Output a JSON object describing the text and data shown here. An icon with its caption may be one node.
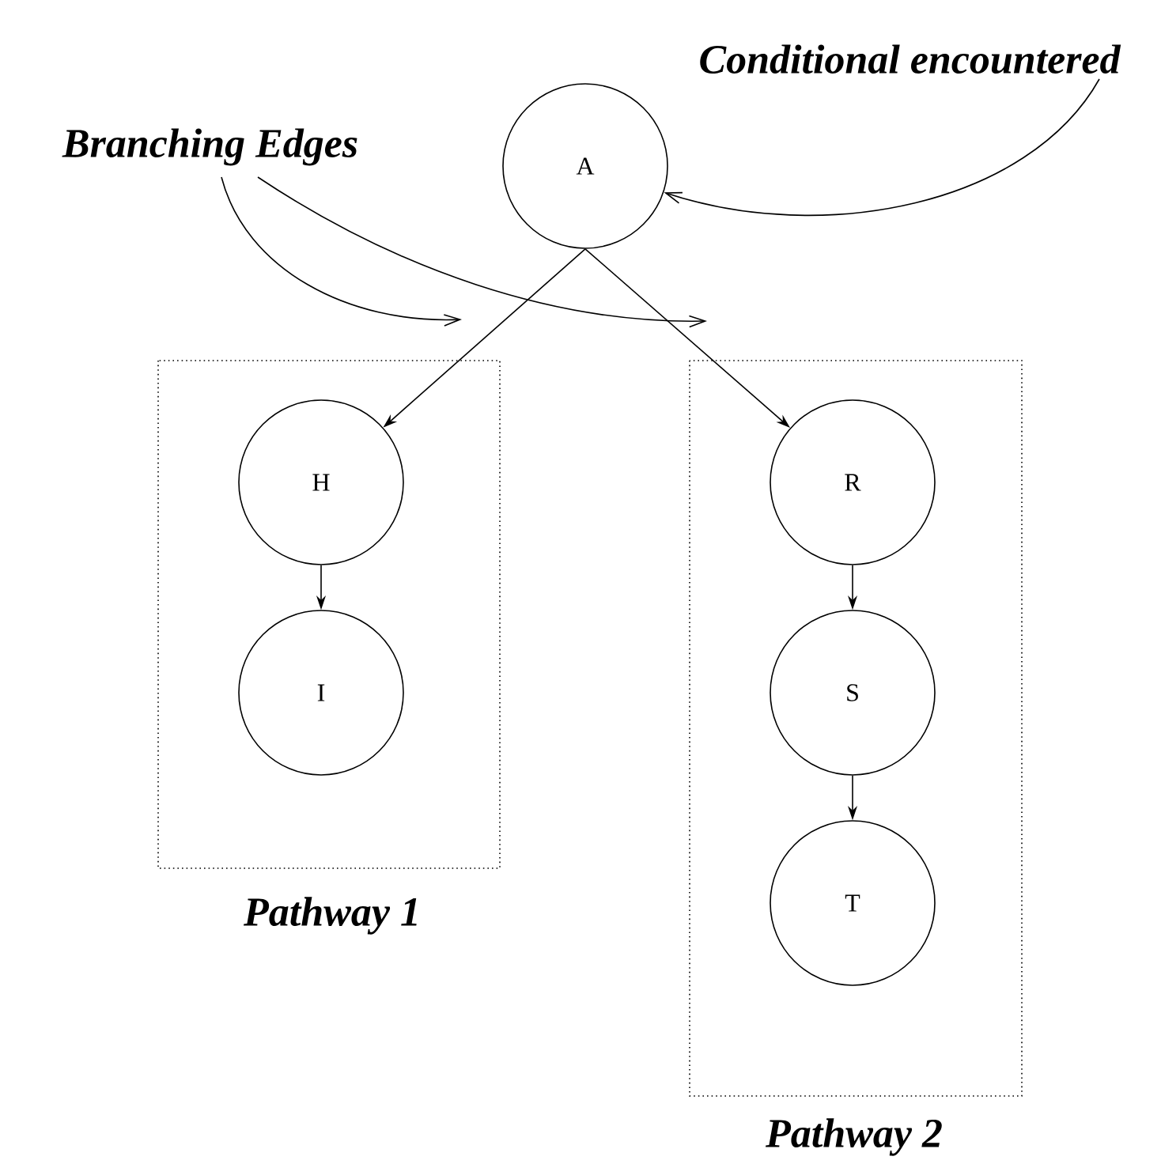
{
  "diagram": {
    "nodes": [
      {
        "text": [
          "Branching Edges"
        ]
      },
      {
        "text": [
          "Conditional encountered"
        ]
      },
      {
        "text": [
          "A"
        ]
      },
      {
        "text": [
          "Pathway 1"
        ]
      },
      {
        "text": [
          "H"
        ],
        "in": 3
      },
      {
        "text": [
          "I"
        ],
        "in": 3
      },
      {
        "text": [
          "Pathway 2"
        ]
      },
      {
        "text": [
          "R"
        ],
        "in": 6
      },
      {
        "text": [
          "S"
        ],
        "in": 6
      },
      {
        "text": [
          "T"
        ],
        "in": 6
      }
    ],
    "edges": [
      {
        "from": 0,
        "to": null,
        "arrow": "to"
      },
      {
        "from": 0,
        "to": null,
        "arrow": "to"
      },
      {
        "from": 1,
        "to": 2,
        "arrow": "to"
      },
      {
        "from": 2,
        "to": 4,
        "arrow": "to"
      },
      {
        "from": 2,
        "to": 7,
        "arrow": "to"
      },
      {
        "from": 4,
        "to": 5,
        "arrow": "to"
      },
      {
        "from": 7,
        "to": 8,
        "arrow": "to"
      },
      {
        "from": 8,
        "to": 9,
        "arrow": "to"
      }
    ]
  }
}
